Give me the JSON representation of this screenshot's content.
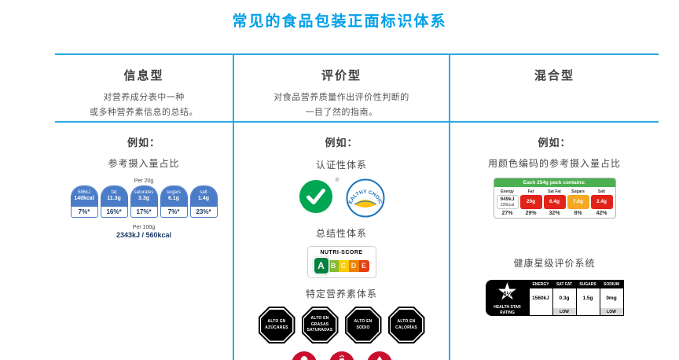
{
  "title": "常见的食品包装正面标识体系",
  "colors": {
    "accent_blue": "#29ABE2",
    "title_blue": "#00A0E9",
    "gda_blue": "#4A7CC7",
    "choices_green": "#00A651",
    "healthy_choice_blue": "#1B75BC",
    "healthy_choice_yellow": "#FFC20E",
    "nutriscore_colors": [
      "#038141",
      "#85BB2F",
      "#FECB02",
      "#EE8100",
      "#E63E11"
    ],
    "warning_red": "#C8102E",
    "traffic_red": "#E2231A",
    "traffic_amber": "#F7A823",
    "traffic_header_green": "#4CAF50",
    "hsr_black": "#000000"
  },
  "columns": {
    "info": {
      "header": "信息型",
      "desc_line1": "对营养成分表中一种",
      "desc_line2": "或多种营养素信息的总结。",
      "example_label": "例如：",
      "example_title": "参考摄入量占比",
      "gda": {
        "portion": "Per 20g",
        "badges": [
          {
            "l1": "586kJ",
            "l2": "140kcal",
            "pct": "7%*"
          },
          {
            "l1": "fat",
            "l2": "11.3g",
            "pct": "16%*"
          },
          {
            "l1": "saturates",
            "l2": "3.3g",
            "pct": "17%*"
          },
          {
            "l1": "sugars",
            "l2": "6.1g",
            "pct": "7%*"
          },
          {
            "l1": "salt",
            "l2": "1.4g",
            "pct": "23%*"
          }
        ],
        "per100_label": "Per 100g",
        "per100_value": "2343kJ / 560kcal"
      }
    },
    "evaluative": {
      "header": "评价型",
      "desc_line1": "对食品营养质量作出评价性判断的",
      "desc_line2": "一目了然的指南。",
      "example_label": "例如：",
      "section_cert": "认证性体系",
      "section_summary": "总结性体系",
      "section_specific": "特定营养素体系",
      "registered_mark": "®",
      "healthy_choice_text": "HEALTHY CHOICE",
      "nutriscore": {
        "title": "NUTRI-SCORE",
        "letters": [
          "A",
          "B",
          "C",
          "D",
          "E"
        ]
      },
      "octagons": [
        {
          "l1": "ALTO EN",
          "l2": "AZÚCARES",
          "l3": ""
        },
        {
          "l1": "ALTO EN",
          "l2": "GRASAS",
          "l3": "SATURADAS"
        },
        {
          "l1": "ALTO EN",
          "l2": "SODIO",
          "l3": ""
        },
        {
          "l1": "ALTO EN",
          "l2": "CALORÍAS",
          "l3": ""
        }
      ],
      "warning_icons": [
        "high-sugar-warning-icon",
        "high-sodium-warning-icon",
        "high-saturated-fat-warning-icon"
      ]
    },
    "hybrid": {
      "header": "混合型",
      "example_label": "例如：",
      "example_title": "用颜色编码的参考摄入量占比",
      "traffic_light": {
        "header": "Each 254g pack contains:",
        "cells": [
          {
            "label": "Energy",
            "v1": "949kJ",
            "v2": "226kcal",
            "pct": "27%"
          },
          {
            "label": "Fat",
            "v1": "20g",
            "v2": "",
            "pct": "29%"
          },
          {
            "label": "Sat Fat",
            "v1": "6.4g",
            "v2": "",
            "pct": "32%"
          },
          {
            "label": "Sugars",
            "v1": "7.6g",
            "v2": "",
            "pct": "8%"
          },
          {
            "label": "Salt",
            "v1": "2.4g",
            "v2": "",
            "pct": "42%"
          }
        ]
      },
      "hsr_section_title": "健康星级评价系统",
      "hsr": {
        "star_glyph": "★",
        "stars": "4½",
        "label": "HEALTH STAR RATING",
        "boxes": [
          {
            "label": "ENERGY",
            "value": "1560kJ",
            "tag": ""
          },
          {
            "label": "SAT FAT",
            "value": "0.3g",
            "tag": "LOW"
          },
          {
            "label": "SUGARS",
            "value": "1.5g",
            "tag": ""
          },
          {
            "label": "SODIUM",
            "value": "0mg",
            "tag": "LOW"
          }
        ]
      }
    }
  }
}
